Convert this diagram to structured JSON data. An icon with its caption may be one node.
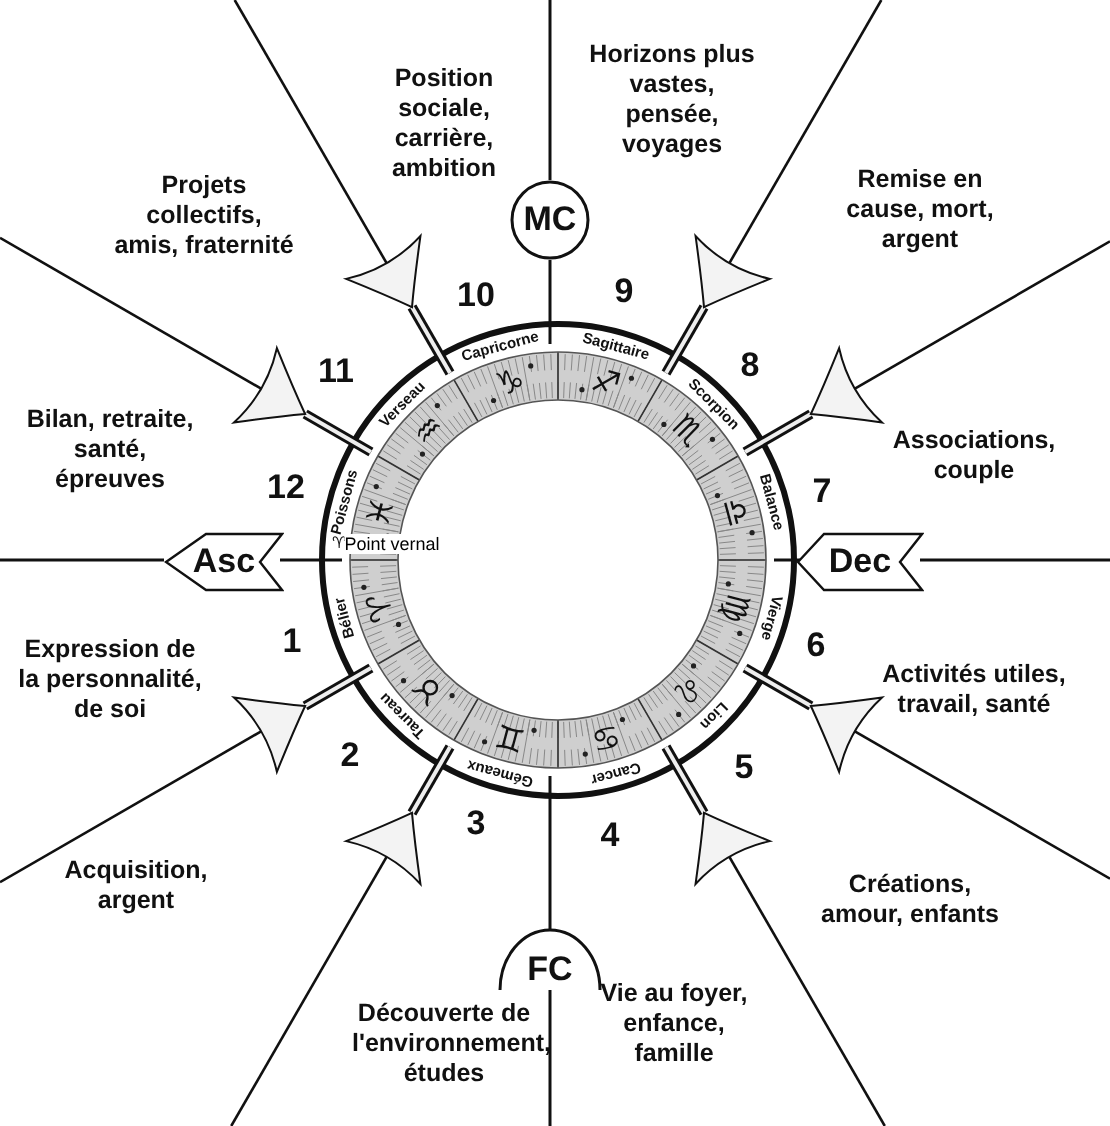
{
  "diagram": {
    "nodes": [
      {
        "text": [
          "MC"
        ]
      },
      {
        "text": [
          "Asc"
        ]
      },
      {
        "text": [
          "Dec"
        ]
      },
      {
        "text": [
          "FC"
        ]
      }
    ],
    "labels": [
      "Position sociale, carrière, ambition",
      "Horizons plus vastes, pensée, voyages",
      "Projets collectifs, amis, fraternité",
      "Remise en cause, mort, argent",
      "10",
      "9",
      "11",
      "8",
      "Capricorne",
      "Sagittaire",
      "♑",
      "♐",
      "Verseau",
      "Scorpion",
      "♒",
      "♏",
      "Bilan, retraite, santé, épreuves",
      "Associations, couple",
      "12",
      "7",
      "Poissons",
      "Balance",
      "♓",
      "♎",
      "♈",
      "Point vernal",
      "♈",
      "♍",
      "Bélier",
      "Vierge",
      "Expression de la personnalité, de soi",
      "Activités utiles, travail, santé",
      "1",
      "6",
      "♉",
      "♌",
      "Taureau",
      "Lion",
      "2",
      "5",
      "♊",
      "♋",
      "Gémeaux",
      "Cancer",
      "3",
      "4",
      "Acquisition, argent",
      "Créations, amour, enfants",
      "Découverte de l'environnement, études",
      "Vie au foyer, enfance, famille"
    ]
  }
}
